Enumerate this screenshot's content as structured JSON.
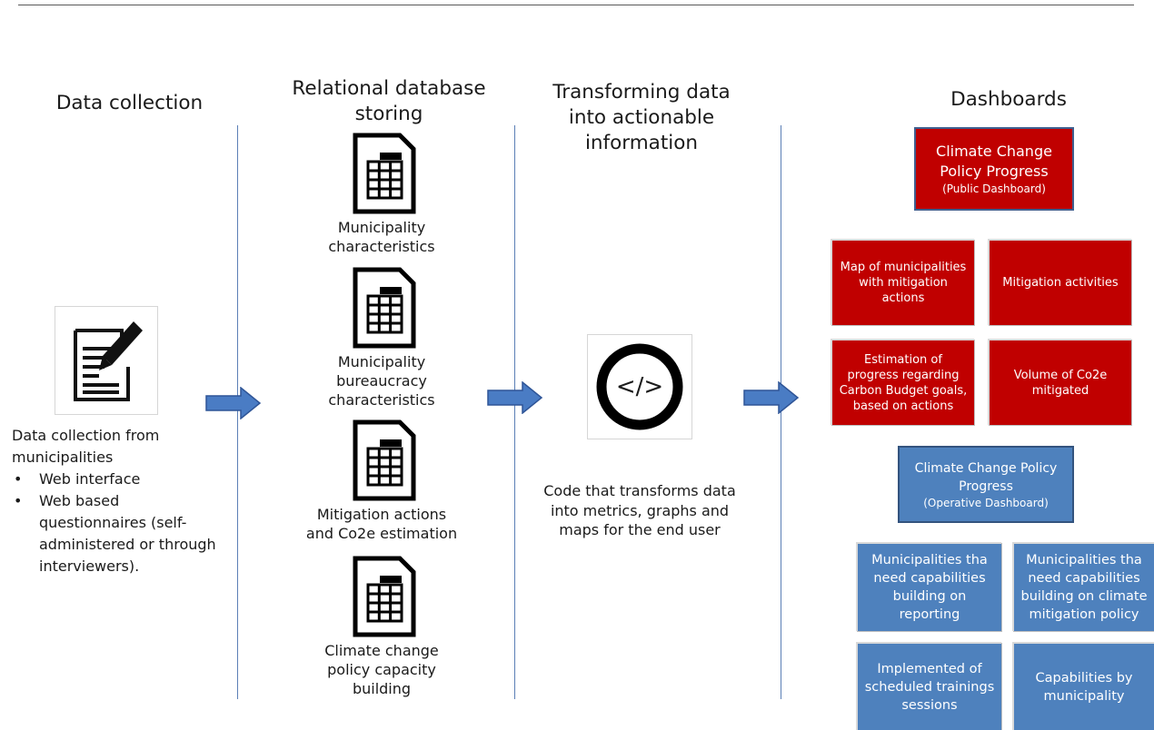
{
  "columns": [
    {
      "title": "Data collection"
    },
    {
      "title": "Relational database storing"
    },
    {
      "title": "Transforming data into actionable information"
    },
    {
      "title": "Dashboards"
    }
  ],
  "collection": {
    "icon": "form-pencil-icon",
    "description": "Data collection from municipalities",
    "bullets": [
      "Web interface",
      "Web based questionnaires (self-administered or through interviewers)."
    ]
  },
  "database": {
    "icon": "spreadsheet-document-icon",
    "tables": [
      {
        "label_lines": [
          "Municipality",
          "characteristics"
        ]
      },
      {
        "label_lines": [
          "Municipality",
          "bureaucracy",
          "characteristics"
        ]
      },
      {
        "label_lines": [
          "Mitigation actions",
          "and Co2e estimation"
        ]
      },
      {
        "label_lines": [
          "Climate change",
          "policy capacity",
          "building"
        ]
      }
    ]
  },
  "transform": {
    "icon": "code-brackets-icon",
    "code_symbol": "</>",
    "description": "Code that transforms data into metrics, graphs and maps for the end user"
  },
  "dashboards": {
    "public": {
      "title_lines": [
        "Climate Change",
        "Policy Progress"
      ],
      "subtitle": "(Public Dashboard)",
      "items": [
        {
          "lines": [
            "Map of municipalities",
            "with mitigation",
            "actions"
          ]
        },
        {
          "lines": [
            "Mitigation activities"
          ]
        },
        {
          "lines": [
            "Estimation of",
            "progress regarding",
            "Carbon Budget goals,",
            "based on actions"
          ]
        },
        {
          "lines": [
            "Volume of Co2e",
            "mitigated"
          ]
        }
      ]
    },
    "operative": {
      "title_lines": [
        "Climate Change Policy",
        "Progress"
      ],
      "subtitle": "(Operative Dashboard)",
      "items": [
        {
          "lines": [
            "Municipalities tha",
            "need capabilities",
            "building on",
            "reporting"
          ]
        },
        {
          "lines": [
            "Municipalities tha",
            "need capabilities",
            "building on climate",
            "mitigation policy"
          ]
        },
        {
          "lines": [
            "Implemented of",
            "scheduled trainings",
            "sessions"
          ]
        },
        {
          "lines": [
            "Capabilities by",
            "municipality"
          ]
        }
      ]
    }
  },
  "colors": {
    "dashboard_red": "#c00000",
    "dashboard_blue": "#4e81bd",
    "arrow_fill": "#4a7cc4",
    "arrow_stroke": "#2f5597",
    "divider": "#5b7fb6"
  }
}
